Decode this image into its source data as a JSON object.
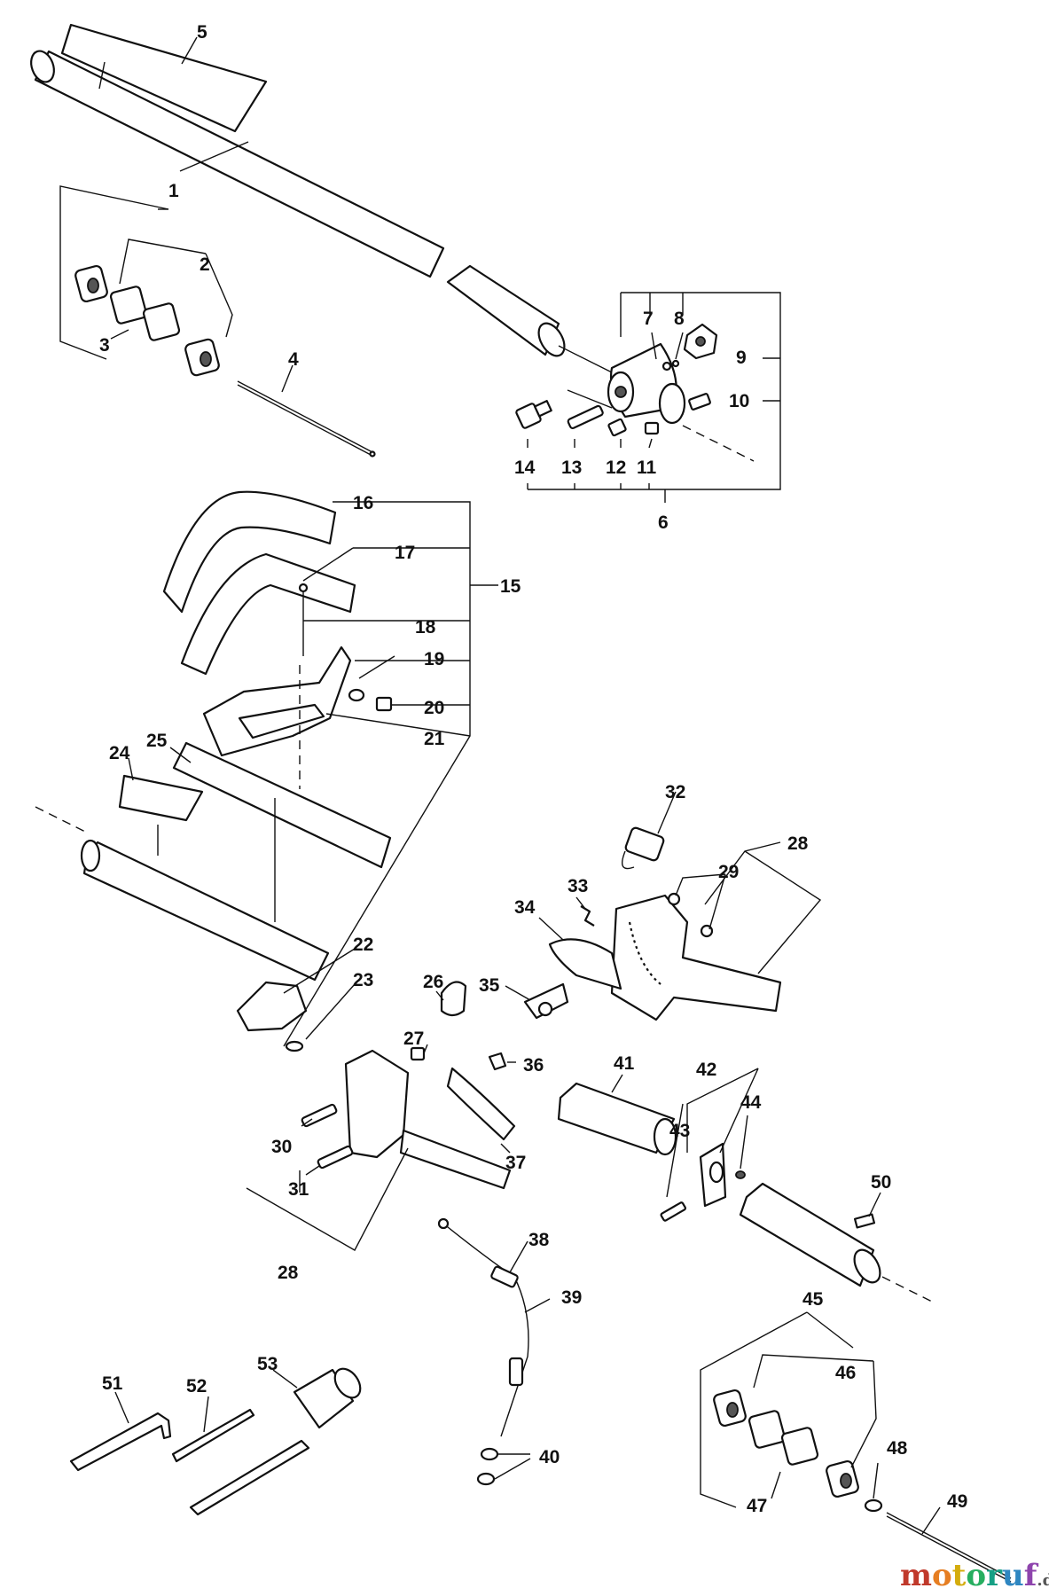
{
  "part_labels": [
    {
      "id": "5",
      "text": "5"
    },
    {
      "id": "1",
      "text": "1"
    },
    {
      "id": "2",
      "text": "2"
    },
    {
      "id": "3",
      "text": "3"
    },
    {
      "id": "4",
      "text": "4"
    },
    {
      "id": "7",
      "text": "7"
    },
    {
      "id": "8",
      "text": "8"
    },
    {
      "id": "9",
      "text": "9"
    },
    {
      "id": "10",
      "text": "10"
    },
    {
      "id": "14",
      "text": "14"
    },
    {
      "id": "13",
      "text": "13"
    },
    {
      "id": "12",
      "text": "12"
    },
    {
      "id": "11",
      "text": "11"
    },
    {
      "id": "6",
      "text": "6"
    },
    {
      "id": "16",
      "text": "16"
    },
    {
      "id": "17",
      "text": "17"
    },
    {
      "id": "15",
      "text": "15"
    },
    {
      "id": "18",
      "text": "18"
    },
    {
      "id": "19",
      "text": "19"
    },
    {
      "id": "20",
      "text": "20"
    },
    {
      "id": "21",
      "text": "21"
    },
    {
      "id": "24",
      "text": "24"
    },
    {
      "id": "25",
      "text": "25"
    },
    {
      "id": "22",
      "text": "22"
    },
    {
      "id": "23",
      "text": "23"
    },
    {
      "id": "32",
      "text": "32"
    },
    {
      "id": "28a",
      "text": "28"
    },
    {
      "id": "29",
      "text": "29"
    },
    {
      "id": "33",
      "text": "33"
    },
    {
      "id": "34",
      "text": "34"
    },
    {
      "id": "26",
      "text": "26"
    },
    {
      "id": "35",
      "text": "35"
    },
    {
      "id": "27",
      "text": "27"
    },
    {
      "id": "36",
      "text": "36"
    },
    {
      "id": "41",
      "text": "41"
    },
    {
      "id": "42",
      "text": "42"
    },
    {
      "id": "44",
      "text": "44"
    },
    {
      "id": "43",
      "text": "43"
    },
    {
      "id": "30",
      "text": "30"
    },
    {
      "id": "31",
      "text": "31"
    },
    {
      "id": "37",
      "text": "37"
    },
    {
      "id": "28b",
      "text": "28"
    },
    {
      "id": "50",
      "text": "50"
    },
    {
      "id": "38",
      "text": "38"
    },
    {
      "id": "39",
      "text": "39"
    },
    {
      "id": "45",
      "text": "45"
    },
    {
      "id": "51",
      "text": "51"
    },
    {
      "id": "52",
      "text": "52"
    },
    {
      "id": "53",
      "text": "53"
    },
    {
      "id": "46",
      "text": "46"
    },
    {
      "id": "47",
      "text": "47"
    },
    {
      "id": "48",
      "text": "48"
    },
    {
      "id": "49",
      "text": "49"
    },
    {
      "id": "40",
      "text": "40"
    }
  ],
  "watermark": {
    "letters": [
      {
        "ch": "m",
        "color": "#c0392b"
      },
      {
        "ch": "o",
        "color": "#e67e22"
      },
      {
        "ch": "t",
        "color": "#d4ac0d"
      },
      {
        "ch": "o",
        "color": "#27ae60"
      },
      {
        "ch": "r",
        "color": "#16a085"
      },
      {
        "ch": "u",
        "color": "#2e86c1"
      },
      {
        "ch": "f",
        "color": "#8e44ad"
      }
    ],
    "suffix": ".de"
  }
}
